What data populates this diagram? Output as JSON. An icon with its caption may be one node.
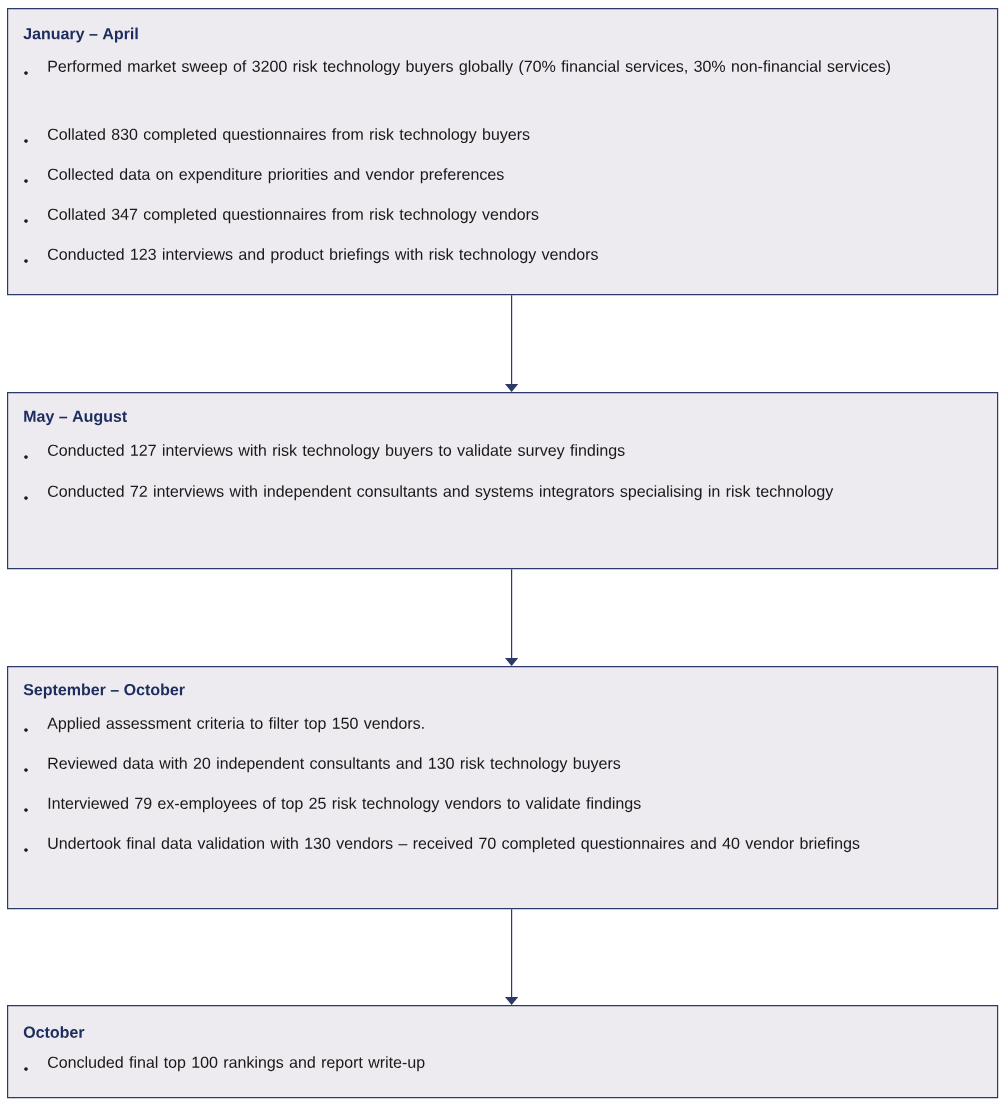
{
  "diagram": {
    "nodes": [
      {
        "text": [
          "January – April",
          "Performed market sweep of 3200 risk technology buyers globally (70% financial services, 30% non-financial services)",
          "Collated 830 completed questionnaires from risk technology buyers",
          "Collected data on expenditure priorities and vendor preferences",
          "Collated 347 completed questionnaires from risk technology vendors",
          "Conducted 123 interviews and product briefings with risk technology vendors"
        ]
      },
      {
        "text": [
          "May – August",
          "Conducted 127 interviews with risk technology buyers to validate survey findings",
          "Conducted 72 interviews with independent consultants and systems integrators specialising in risk technology"
        ]
      },
      {
        "text": [
          "September – October",
          "Applied assessment criteria to filter top 150 vendors.",
          "Reviewed data with 20 independent consultants and 130 risk technology buyers",
          "Interviewed 79 ex-employees of top 25 risk technology vendors to validate findings",
          "Undertook final data validation with 130 vendors – received 70 completed questionnaires and 40 vendor briefings"
        ]
      },
      {
        "text": [
          "October",
          "Concluded final top 100 rankings and report write-up"
        ]
      }
    ],
    "edges": [
      {
        "from": 0,
        "to": 1,
        "arrow": "to"
      },
      {
        "from": 1,
        "to": 2,
        "arrow": "to"
      },
      {
        "from": 2,
        "to": 3,
        "arrow": "to"
      }
    ]
  }
}
